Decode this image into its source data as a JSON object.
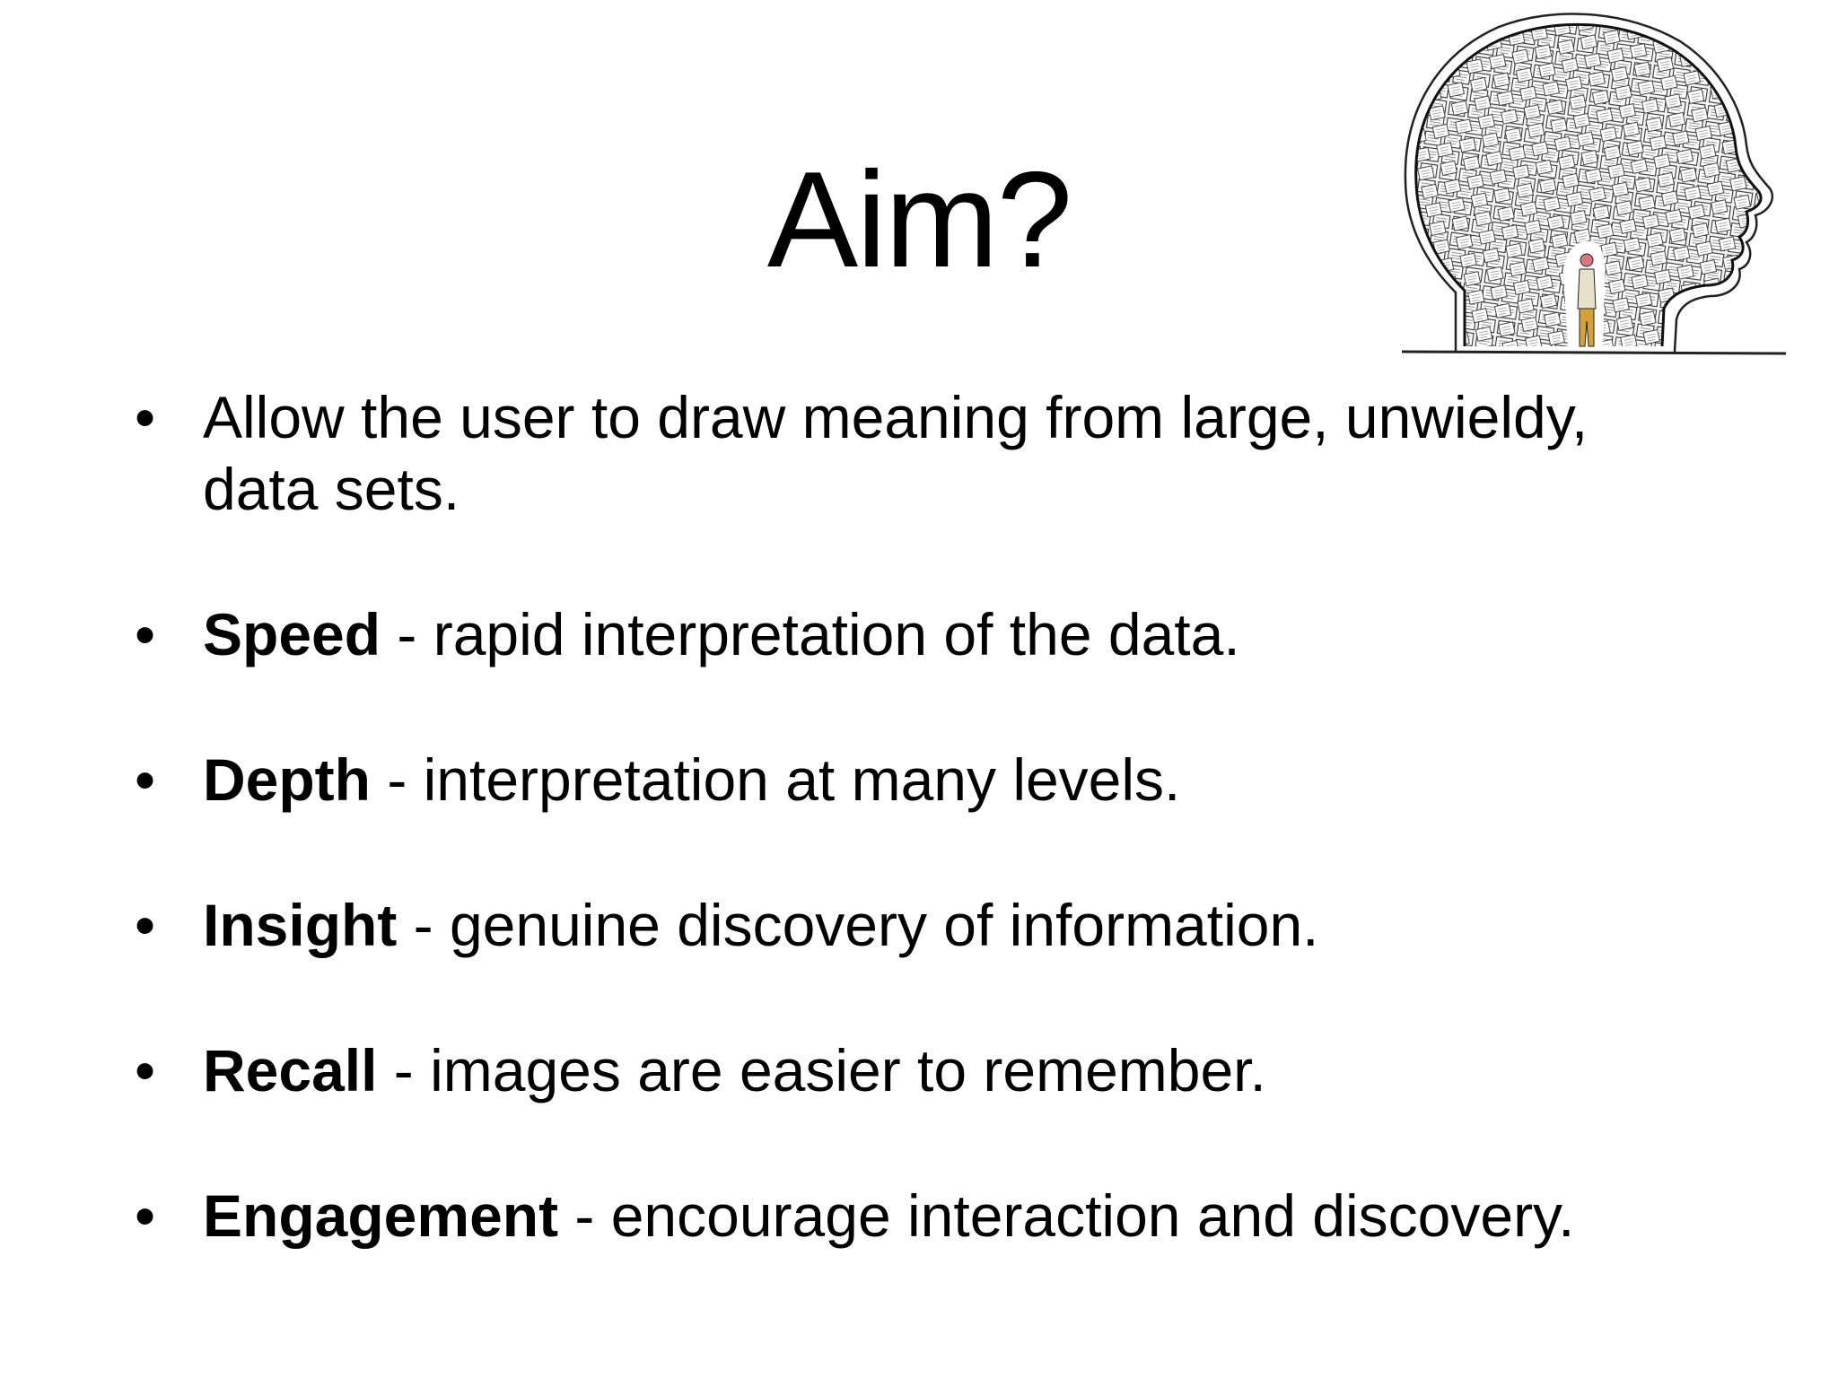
{
  "slide": {
    "title": "Aim?",
    "bullets": [
      {
        "term": "",
        "text": "Allow the user to draw meaning from large, unwieldy, data sets."
      },
      {
        "term": "Speed",
        "text": " - rapid interpretation of the data."
      },
      {
        "term": "Depth",
        "text": " - interpretation at many levels."
      },
      {
        "term": "Insight",
        "text": " - genuine discovery of information."
      },
      {
        "term": "Recall",
        "text": " - images are easier to remember."
      },
      {
        "term": "Engagement",
        "text": " - encourage interaction and discovery."
      }
    ],
    "bullet_glyph": "•"
  },
  "illustration": {
    "icon": "head-full-of-papers-icon",
    "description_colors": {
      "ink": "#222222",
      "person_coat": "#e8e0c8",
      "person_face": "#d9787a",
      "person_trousers": "#d4a236"
    }
  }
}
